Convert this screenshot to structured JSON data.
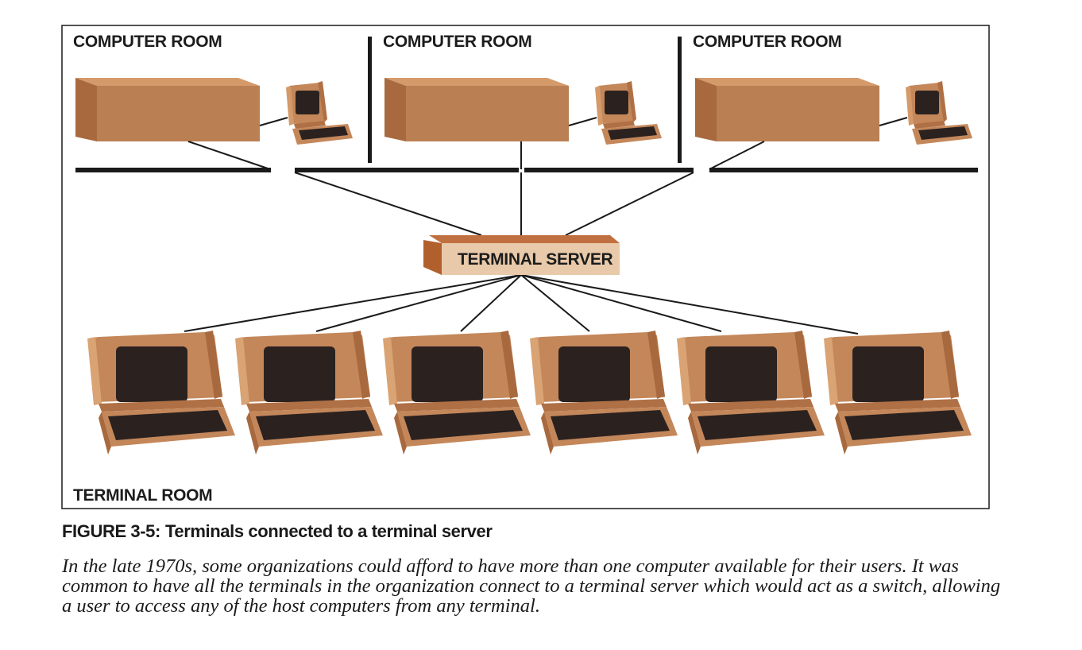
{
  "diagram": {
    "computer_rooms": [
      {
        "label": "COMPUTER ROOM"
      },
      {
        "label": "COMPUTER ROOM"
      },
      {
        "label": "COMPUTER ROOM"
      }
    ],
    "terminal_server_label": "TERMINAL SERVER",
    "terminal_room_label": "TERMINAL ROOM",
    "terminal_count": 6,
    "colors": {
      "tan": "#BA7F53",
      "tan_light": "#D49A6A",
      "tan_dark": "#8F5530",
      "server_light": "#E8C9AA",
      "server_dark": "#B86A37",
      "screen": "#2B2220",
      "line": "#1a1a1a"
    }
  },
  "figure": {
    "number": "FIGURE 3-5:",
    "title": "Terminals connected to a terminal server",
    "caption": "In the late 1970s, some organizations could afford to have more than one computer available for their users. It was common to have all the terminals in the organization connect to a terminal server which would act as a switch, allowing a user to access any of the host computers from any terminal."
  }
}
